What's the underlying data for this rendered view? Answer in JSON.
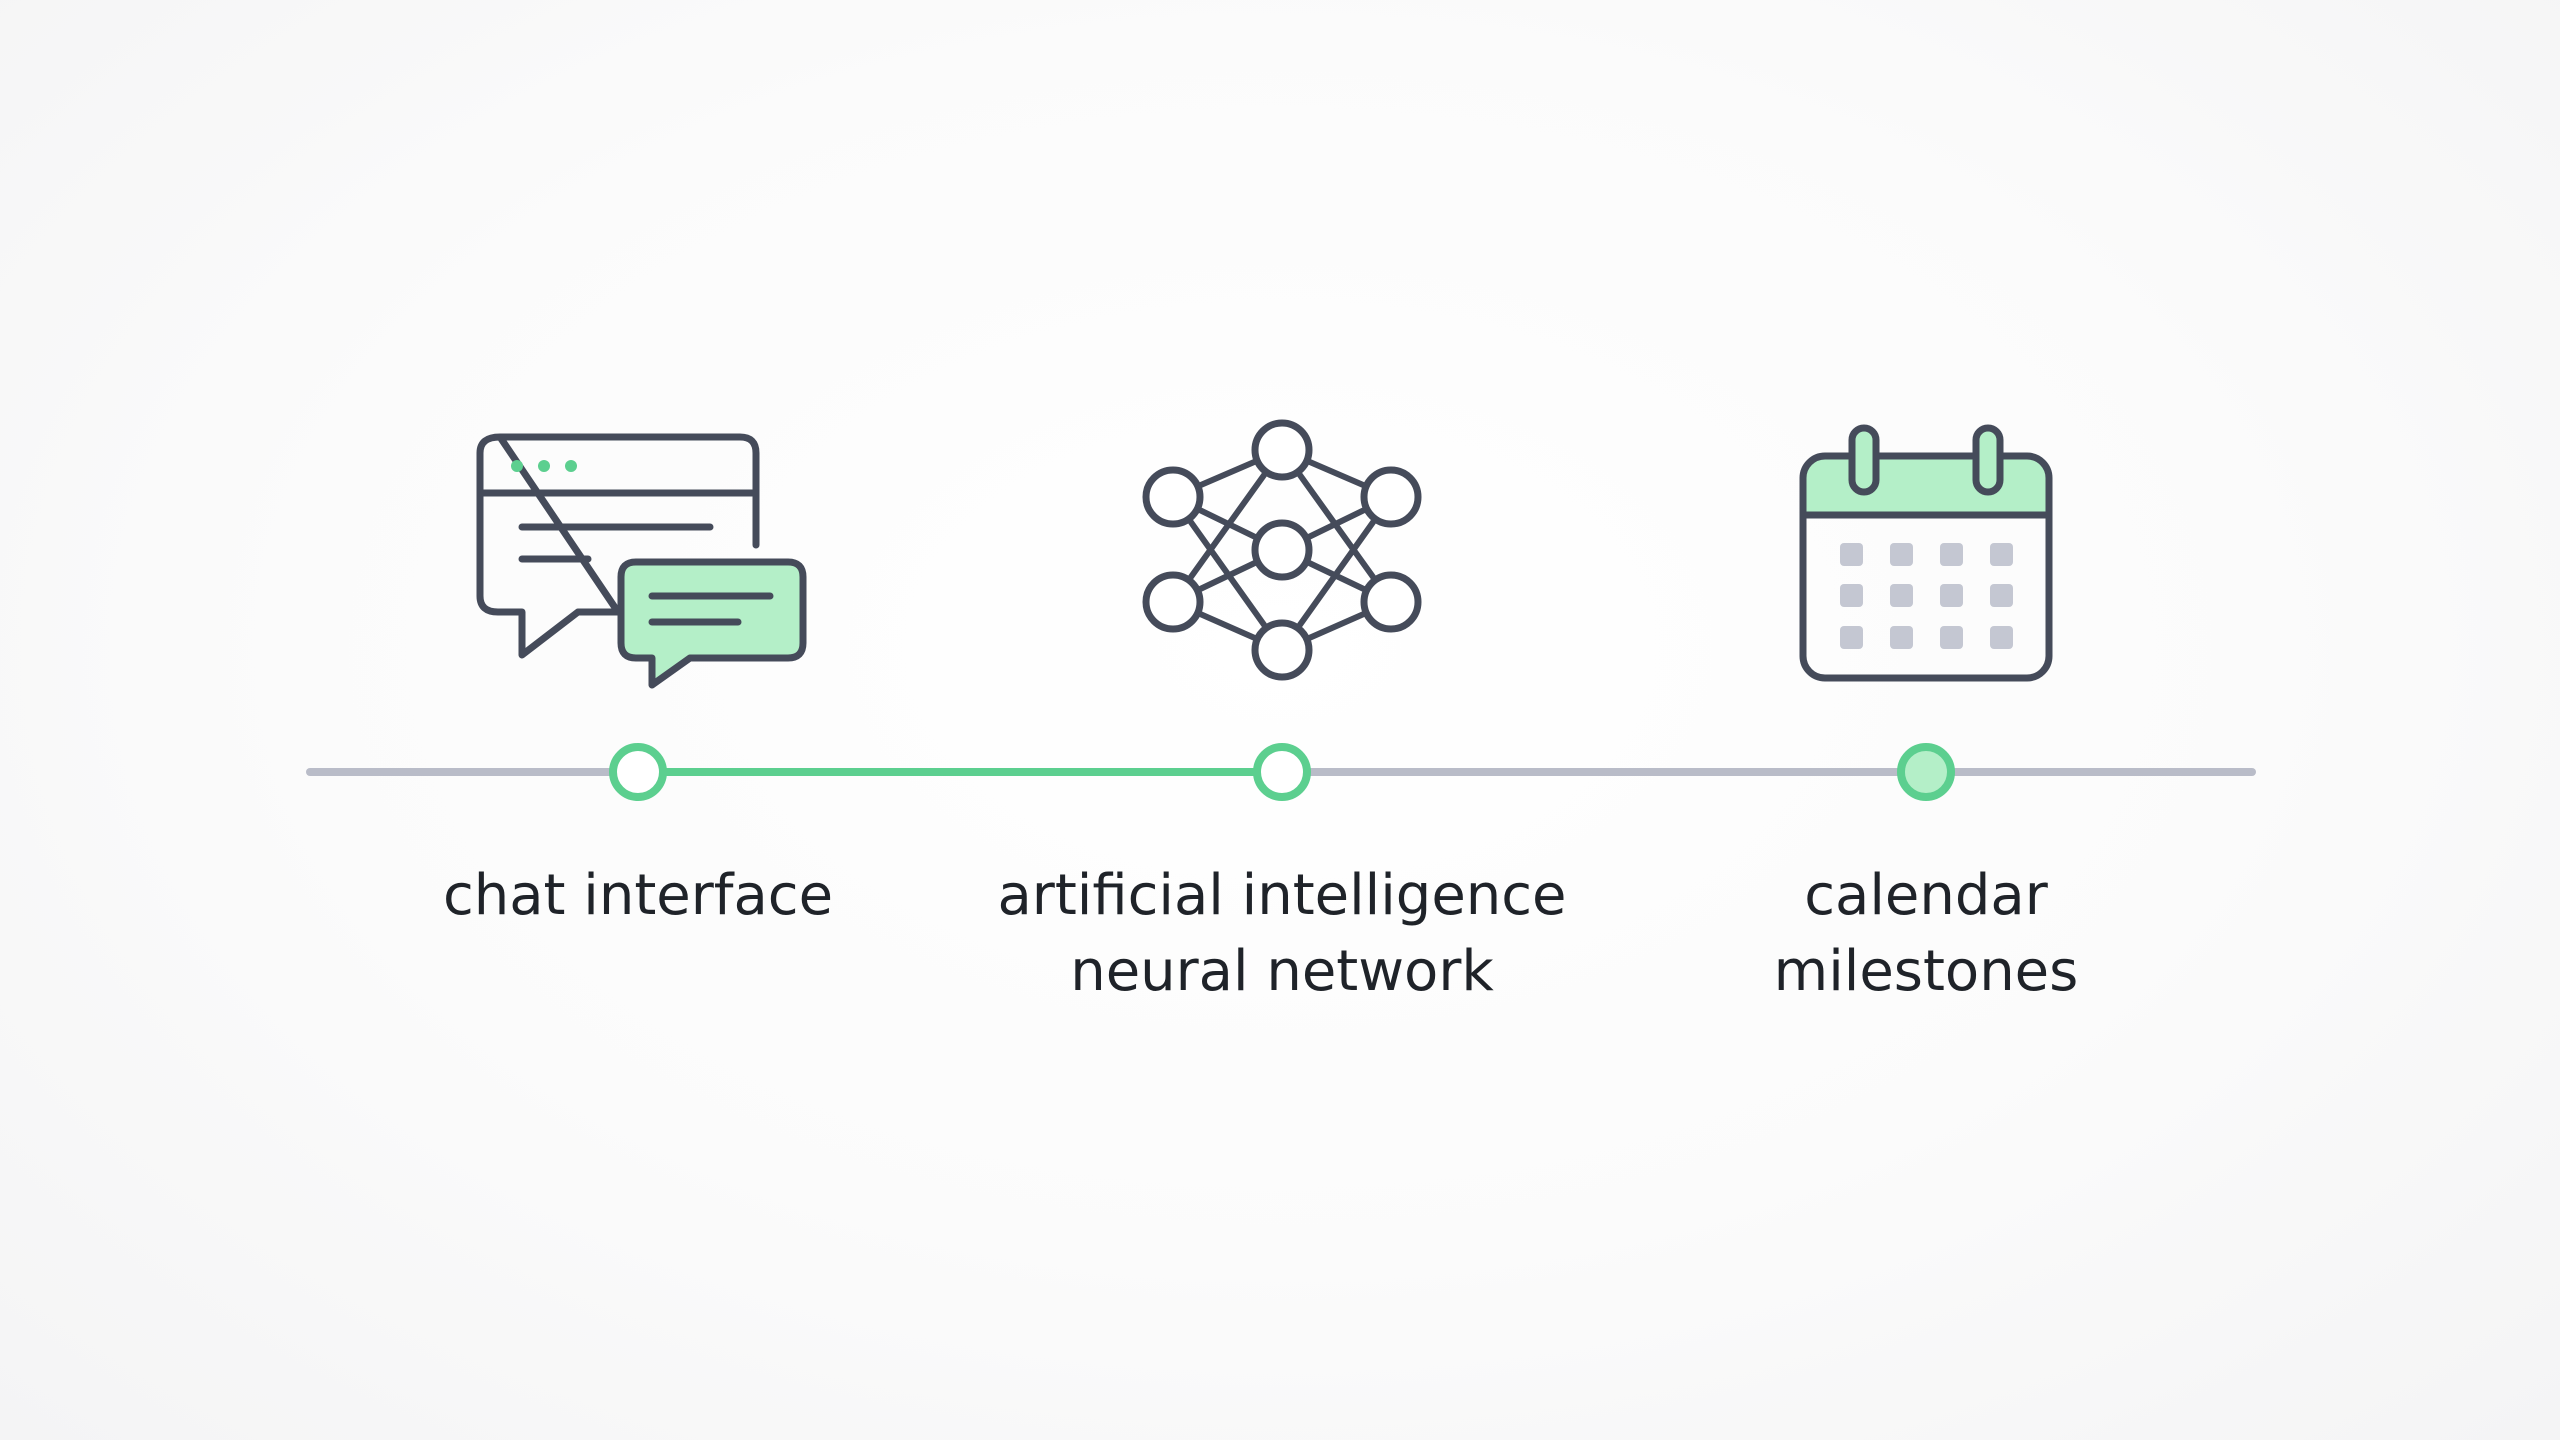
{
  "colors": {
    "stroke": "#454b5a",
    "accent": "#5ccf8f",
    "accent_fill": "#b4efc8",
    "track": "#b9bcc8",
    "grid_cell": "#c4c7d2"
  },
  "milestones": [
    {
      "icon": "chat-interface-icon",
      "lines": [
        "chat interface"
      ],
      "active": true
    },
    {
      "icon": "neural-network-icon",
      "lines": [
        "artificial intelligence",
        "neural network"
      ],
      "active": true
    },
    {
      "icon": "calendar-icon",
      "lines": [
        "calendar",
        "milestones"
      ],
      "active": false
    }
  ]
}
